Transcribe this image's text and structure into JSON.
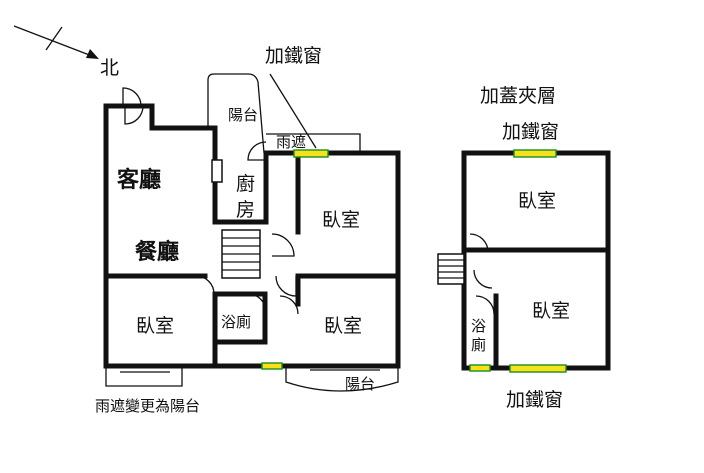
{
  "compass": {
    "label": "北"
  },
  "main_floor": {
    "rooms": {
      "living_room": "客廳",
      "dining_room": "餐廳",
      "kitchen": "廚房",
      "balcony_top": "陽台",
      "bedroom_center": "臥室",
      "bedroom_left": "臥室",
      "bedroom_right": "臥室",
      "bathroom": "浴廁",
      "balcony_bottom": "陽台"
    },
    "notes": {
      "iron_window": "加鐵窗",
      "rain_shelter": "雨遮",
      "rain_shelter_changed": "雨遮變更為陽台"
    }
  },
  "mezzanine": {
    "title": "加蓋夾層",
    "rooms": {
      "bedroom_top": "臥室",
      "bedroom_bottom": "臥室",
      "bathroom": "浴廁"
    },
    "notes": {
      "iron_window_top": "加鐵窗",
      "iron_window_bottom": "加鐵窗"
    }
  }
}
